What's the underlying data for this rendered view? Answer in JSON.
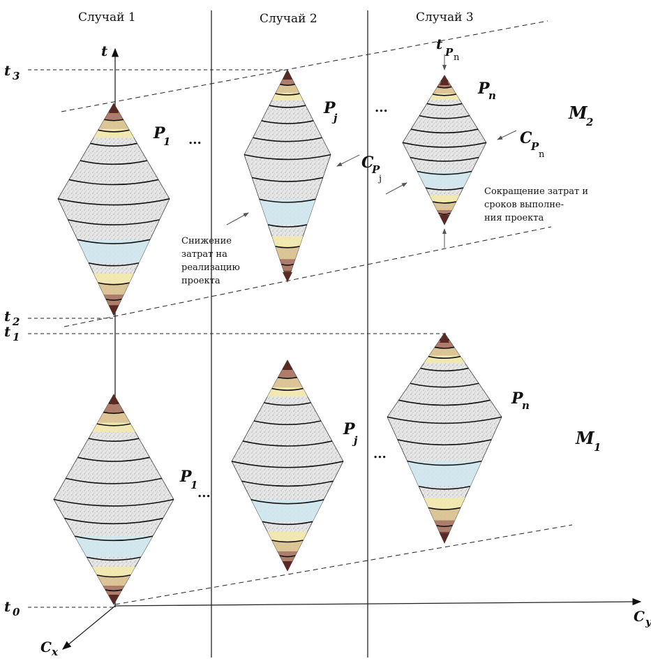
{
  "cases": [
    "Случай 1",
    "Случай 2",
    "Случай 3"
  ],
  "axes": {
    "t": "t",
    "t0": "t",
    "t0_sub": "0",
    "t1": "t",
    "t1_sub": "1",
    "t2": "t",
    "t2_sub": "2",
    "t3": "t",
    "t3_sub": "3",
    "cy": "C",
    "cy_sub": "y",
    "cx": "C",
    "cx_sub": "x"
  },
  "labels": {
    "p1": "P",
    "p1_sub": "1",
    "pj": "P",
    "pj_sub": "j",
    "pn": "P",
    "pn_sub": "n",
    "cpj": "C",
    "cpj_sub": "P",
    "cpj_subsub": "j",
    "cpn": "C",
    "cpn_sub": "P",
    "cpn_subsub": "n",
    "tpn": "t",
    "tpn_sub": "P",
    "tpn_subsub": "n",
    "m1": "M",
    "m1_sub": "1",
    "m2": "M",
    "m2_sub": "2",
    "ellipsis": "..."
  },
  "notes": {
    "reduce_costs": [
      "Снижение",
      "затрат на",
      "реализацию",
      "проекта"
    ],
    "reduce_costs_time": [
      "Сокращение затрат и",
      "сроков выполне-",
      "ния проекта"
    ]
  },
  "colors": {
    "tip": "#5a2a22",
    "band_light": "#f3e8a8",
    "band_tan": "#d9c08a",
    "band_brown": "#a36a55",
    "body": "#e3e3e3",
    "band_blue": "#cfe6ef",
    "ring": "#111111"
  }
}
